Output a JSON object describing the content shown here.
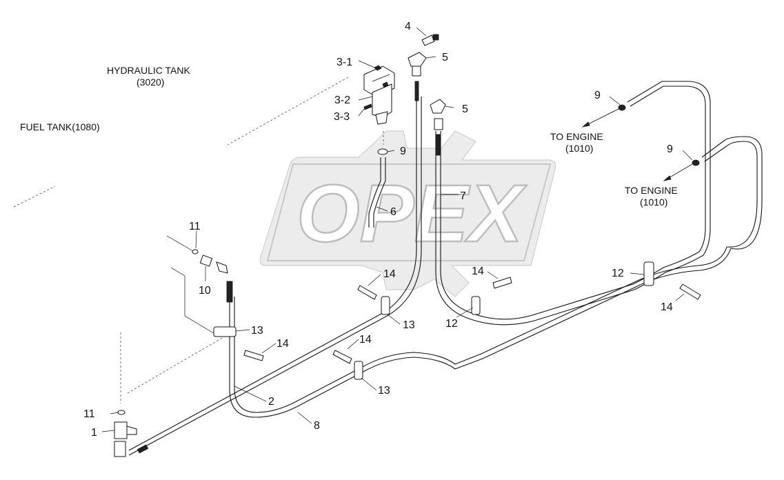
{
  "watermark": {
    "text": "OPEX"
  },
  "texts": {
    "hydraulic_tank_line1": "HYDRAULIC TANK",
    "hydraulic_tank_line2": "(3020)",
    "fuel_tank": "FUEL TANK(1080)",
    "to_engine_a_line1": "TO ENGINE",
    "to_engine_a_line2": "(1010)",
    "to_engine_b_line1": "TO ENGINE",
    "to_engine_b_line2": "(1010)"
  },
  "callouts": {
    "p4": "4",
    "p3_1": "3-1",
    "p5_top": "5",
    "p3_2": "3-2",
    "p5_mid": "5",
    "p3_3": "3-3",
    "p9_filter": "9",
    "p9_engine_a": "9",
    "p9_engine_b": "9",
    "p7": "7",
    "p6": "6",
    "p11_top": "11",
    "p10": "10",
    "p14_center": "14",
    "p14_right_mid": "14",
    "p12_right": "12",
    "p14_far_right": "14",
    "p13_center": "13",
    "p12_mid": "12",
    "p13_left": "13",
    "p14_left": "14",
    "p14_lower": "14",
    "p13_lower": "13",
    "p2": "2",
    "p11_bottom": "11",
    "p1": "1",
    "p8": "8"
  }
}
